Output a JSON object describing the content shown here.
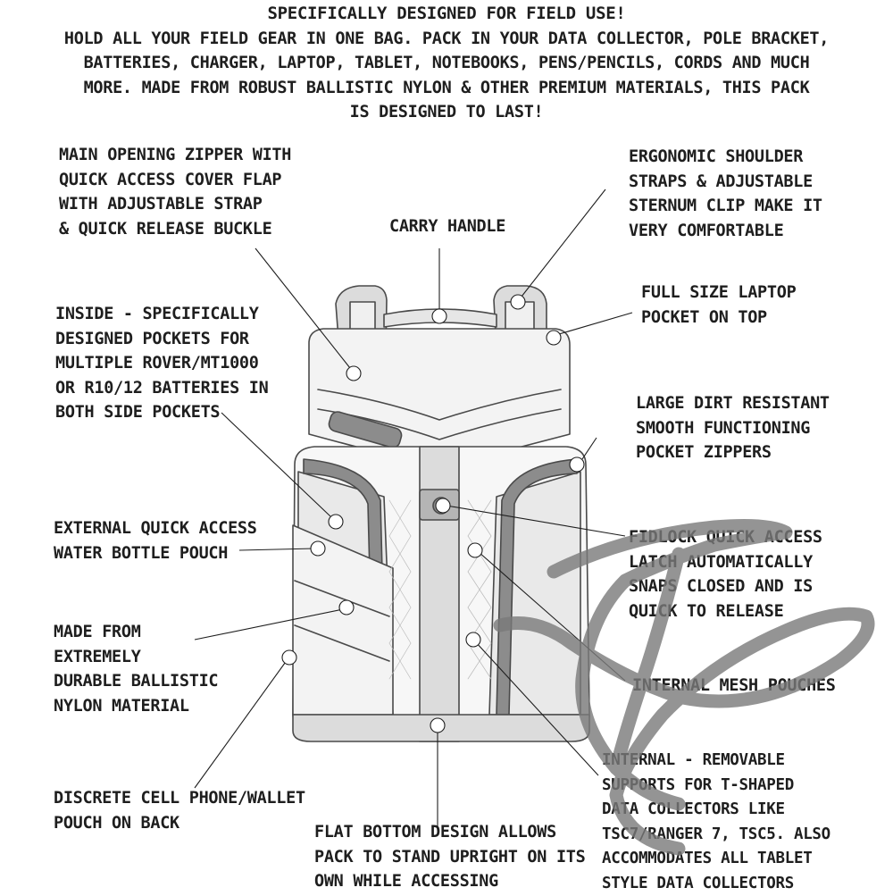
{
  "header": {
    "title": "SPECIFICALLY DESIGNED FOR FIELD USE!",
    "lines": [
      "HOLD ALL YOUR FIELD GEAR IN ONE BAG. PACK IN YOUR DATA COLLECTOR, POLE BRACKET,",
      "BATTERIES, CHARGER, LAPTOP, TABLET, NOTEBOOKS, PENS/PENCILS, CORDS AND MUCH",
      "MORE. MADE FROM ROBUST BALLISTIC NYLON & OTHER PREMIUM MATERIALS, THIS PACK",
      "IS DESIGNED TO LAST!"
    ]
  },
  "callouts": {
    "main_zipper": [
      "MAIN OPENING ZIPPER WITH",
      "QUICK ACCESS COVER FLAP",
      "WITH ADJUSTABLE STRAP",
      "& QUICK RELEASE BUCKLE"
    ],
    "carry_handle": [
      "CARRY HANDLE"
    ],
    "shoulder_straps": [
      "ERGONOMIC SHOULDER",
      "STRAPS & ADJUSTABLE",
      "STERNUM CLIP MAKE IT",
      "VERY COMFORTABLE"
    ],
    "laptop_pocket": [
      "FULL SIZE LAPTOP",
      "POCKET ON TOP"
    ],
    "inside_pockets": [
      "INSIDE - SPECIFICALLY",
      "DESIGNED POCKETS FOR",
      "MULTIPLE ROVER/MT1000",
      "OR R10/12 BATTERIES IN",
      "BOTH SIDE POCKETS"
    ],
    "pocket_zippers": [
      "LARGE DIRT RESISTANT",
      "SMOOTH FUNCTIONING",
      "POCKET ZIPPERS"
    ],
    "water_bottle": [
      "EXTERNAL QUICK ACCESS",
      "WATER BOTTLE POUCH"
    ],
    "fidlock": [
      "FIDLOCK QUICK ACCESS",
      "LATCH AUTOMATICALLY",
      "SNAPS CLOSED AND IS",
      "QUICK TO RELEASE"
    ],
    "ballistic_nylon": [
      "MADE FROM",
      "EXTREMELY",
      "DURABLE BALLISTIC",
      "NYLON MATERIAL"
    ],
    "mesh_pouches": [
      "INTERNAL MESH POUCHES"
    ],
    "cell_phone": [
      "DISCRETE CELL PHONE/WALLET",
      "POUCH ON BACK"
    ],
    "flat_bottom": [
      "FLAT BOTTOM DESIGN ALLOWS",
      "PACK TO STAND UPRIGHT ON ITS",
      "OWN WHILE ACCESSING"
    ],
    "internal_supports": [
      "INTERNAL -  REMOVABLE",
      "SUPPORTS FOR  T-SHAPED",
      "DATA COLLECTORS LIKE",
      "TSC7/RANGER 7, TSC5. ALSO",
      "ACCOMMODATES ALL TABLET",
      "STYLE DATA COLLECTORS"
    ]
  },
  "colors": {
    "ink": "#1e1e1e",
    "outline": "#4a4a4a",
    "panel_light": "#f3f3f3",
    "panel_mid": "#dcdcdc",
    "zipper_dark": "#8c8c8c",
    "watermark": "#7a7a7a"
  }
}
